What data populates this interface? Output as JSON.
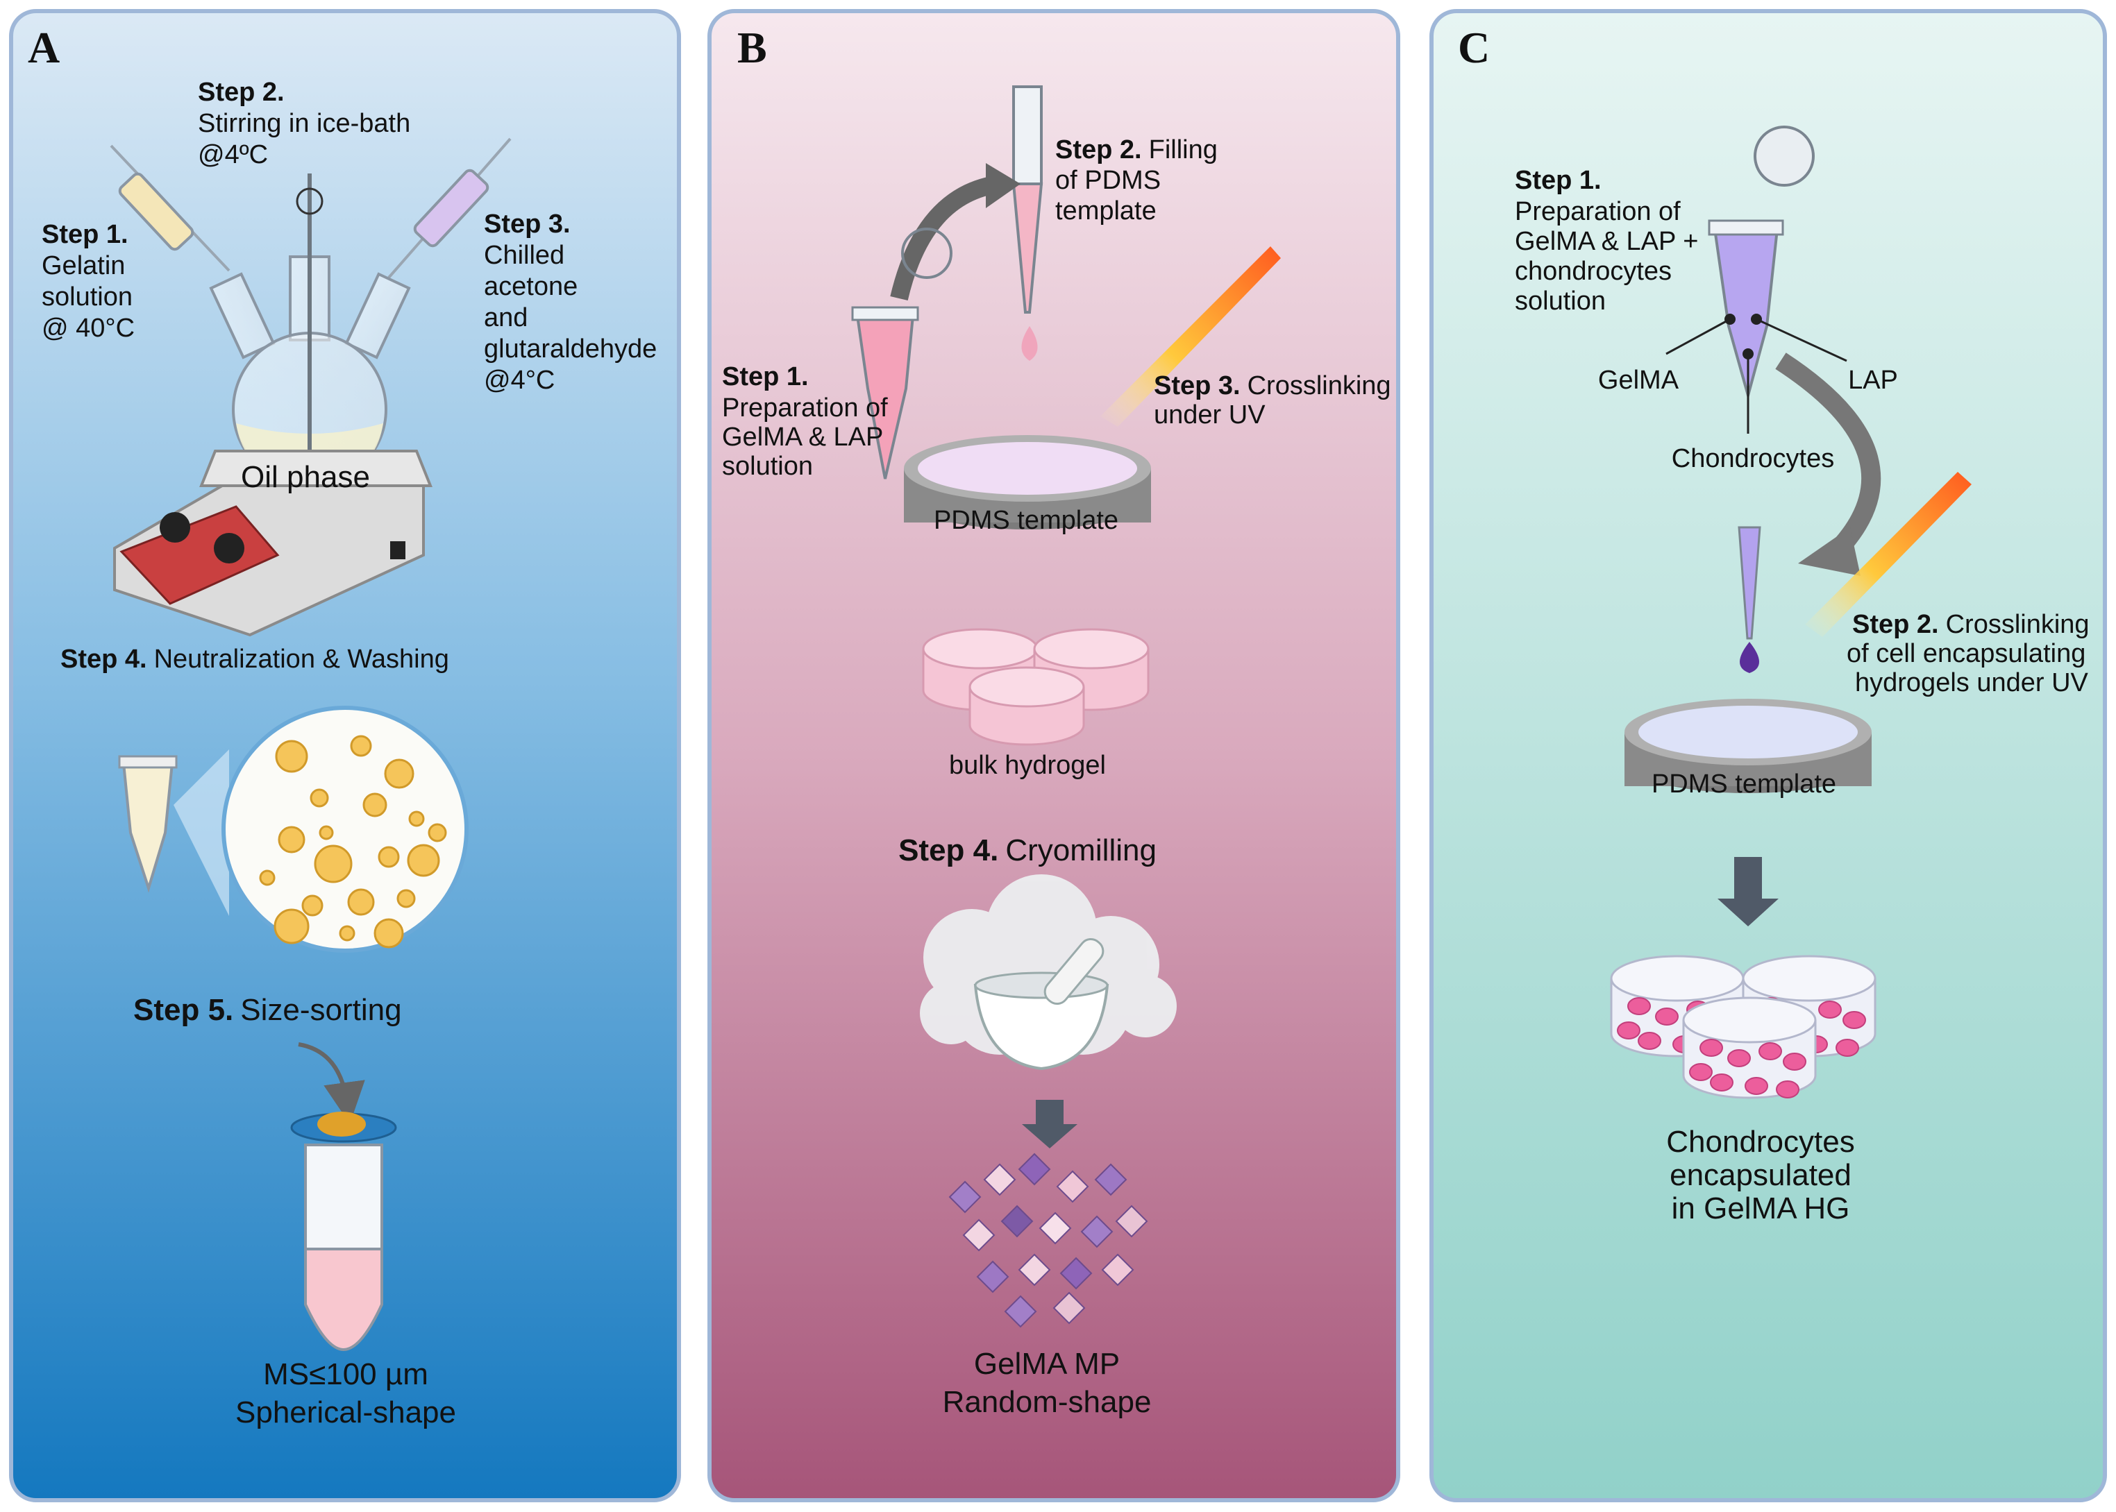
{
  "panels": [
    {
      "letter": "A",
      "gradient": [
        "#d9e9f6",
        "#1a7ec3"
      ],
      "step2_title": "Step 2.",
      "step2_l1": "Stirring in ice-bath",
      "step2_l2": "@4ºC",
      "step1_title": "Step 1.",
      "step1_l1": "Gelatin",
      "step1_l2": "solution",
      "step1_l3": "@ 40°C",
      "step3_title": "Step 3.",
      "step3_l1": "Chilled",
      "step3_l2": "acetone",
      "step3_l3": "and",
      "step3_l4": "glutaraldehyde",
      "step3_l5": "@4°C",
      "oil_phase": "Oil phase",
      "step4_title": "Step 4.",
      "step4_text": "Neutralization & Washing",
      "step5_title": "Step 5.",
      "step5_text": "Size-sorting",
      "result_l1": "MS≤100 µm",
      "result_l2": "Spherical-shape"
    },
    {
      "letter": "B",
      "gradient": [
        "#f5e4ea",
        "#a85878"
      ],
      "step2_title": "Step 2.",
      "step2_l1": "Filling",
      "step2_l2": "of PDMS",
      "step2_l3": "template",
      "step1_title": "Step 1.",
      "step1_l1": "Preparation of",
      "step1_l2": "GelMA & LAP",
      "step1_l3": "solution",
      "step3_title": "Step 3.",
      "step3_l1": "Crosslinking",
      "step3_l2": "under UV",
      "pdms": "PDMS template",
      "bulk": "bulk hydrogel",
      "step4_title": "Step 4.",
      "step4_text": "Cryomilling",
      "result_l1": "GelMA MP",
      "result_l2": "Random-shape"
    },
    {
      "letter": "C",
      "gradient": [
        "#e6f4f2",
        "#8fd0c8"
      ],
      "step1_title": "Step 1.",
      "step1_l1": "Preparation of",
      "step1_l2": "GelMA & LAP +",
      "step1_l3": "chondrocytes",
      "step1_l4": "solution",
      "gelma": "GelMA",
      "lap": "LAP",
      "chondrocytes": "Chondrocytes",
      "step2_title": "Step 2.",
      "step2_l1": "Crosslinking",
      "step2_l2": "of cell encapsulating",
      "step2_l3": "hydrogels under UV",
      "pdms": "PDMS template",
      "result_l1": "Chondrocytes",
      "result_l2": "encapsulated",
      "result_l3": "in GelMA HG"
    }
  ]
}
